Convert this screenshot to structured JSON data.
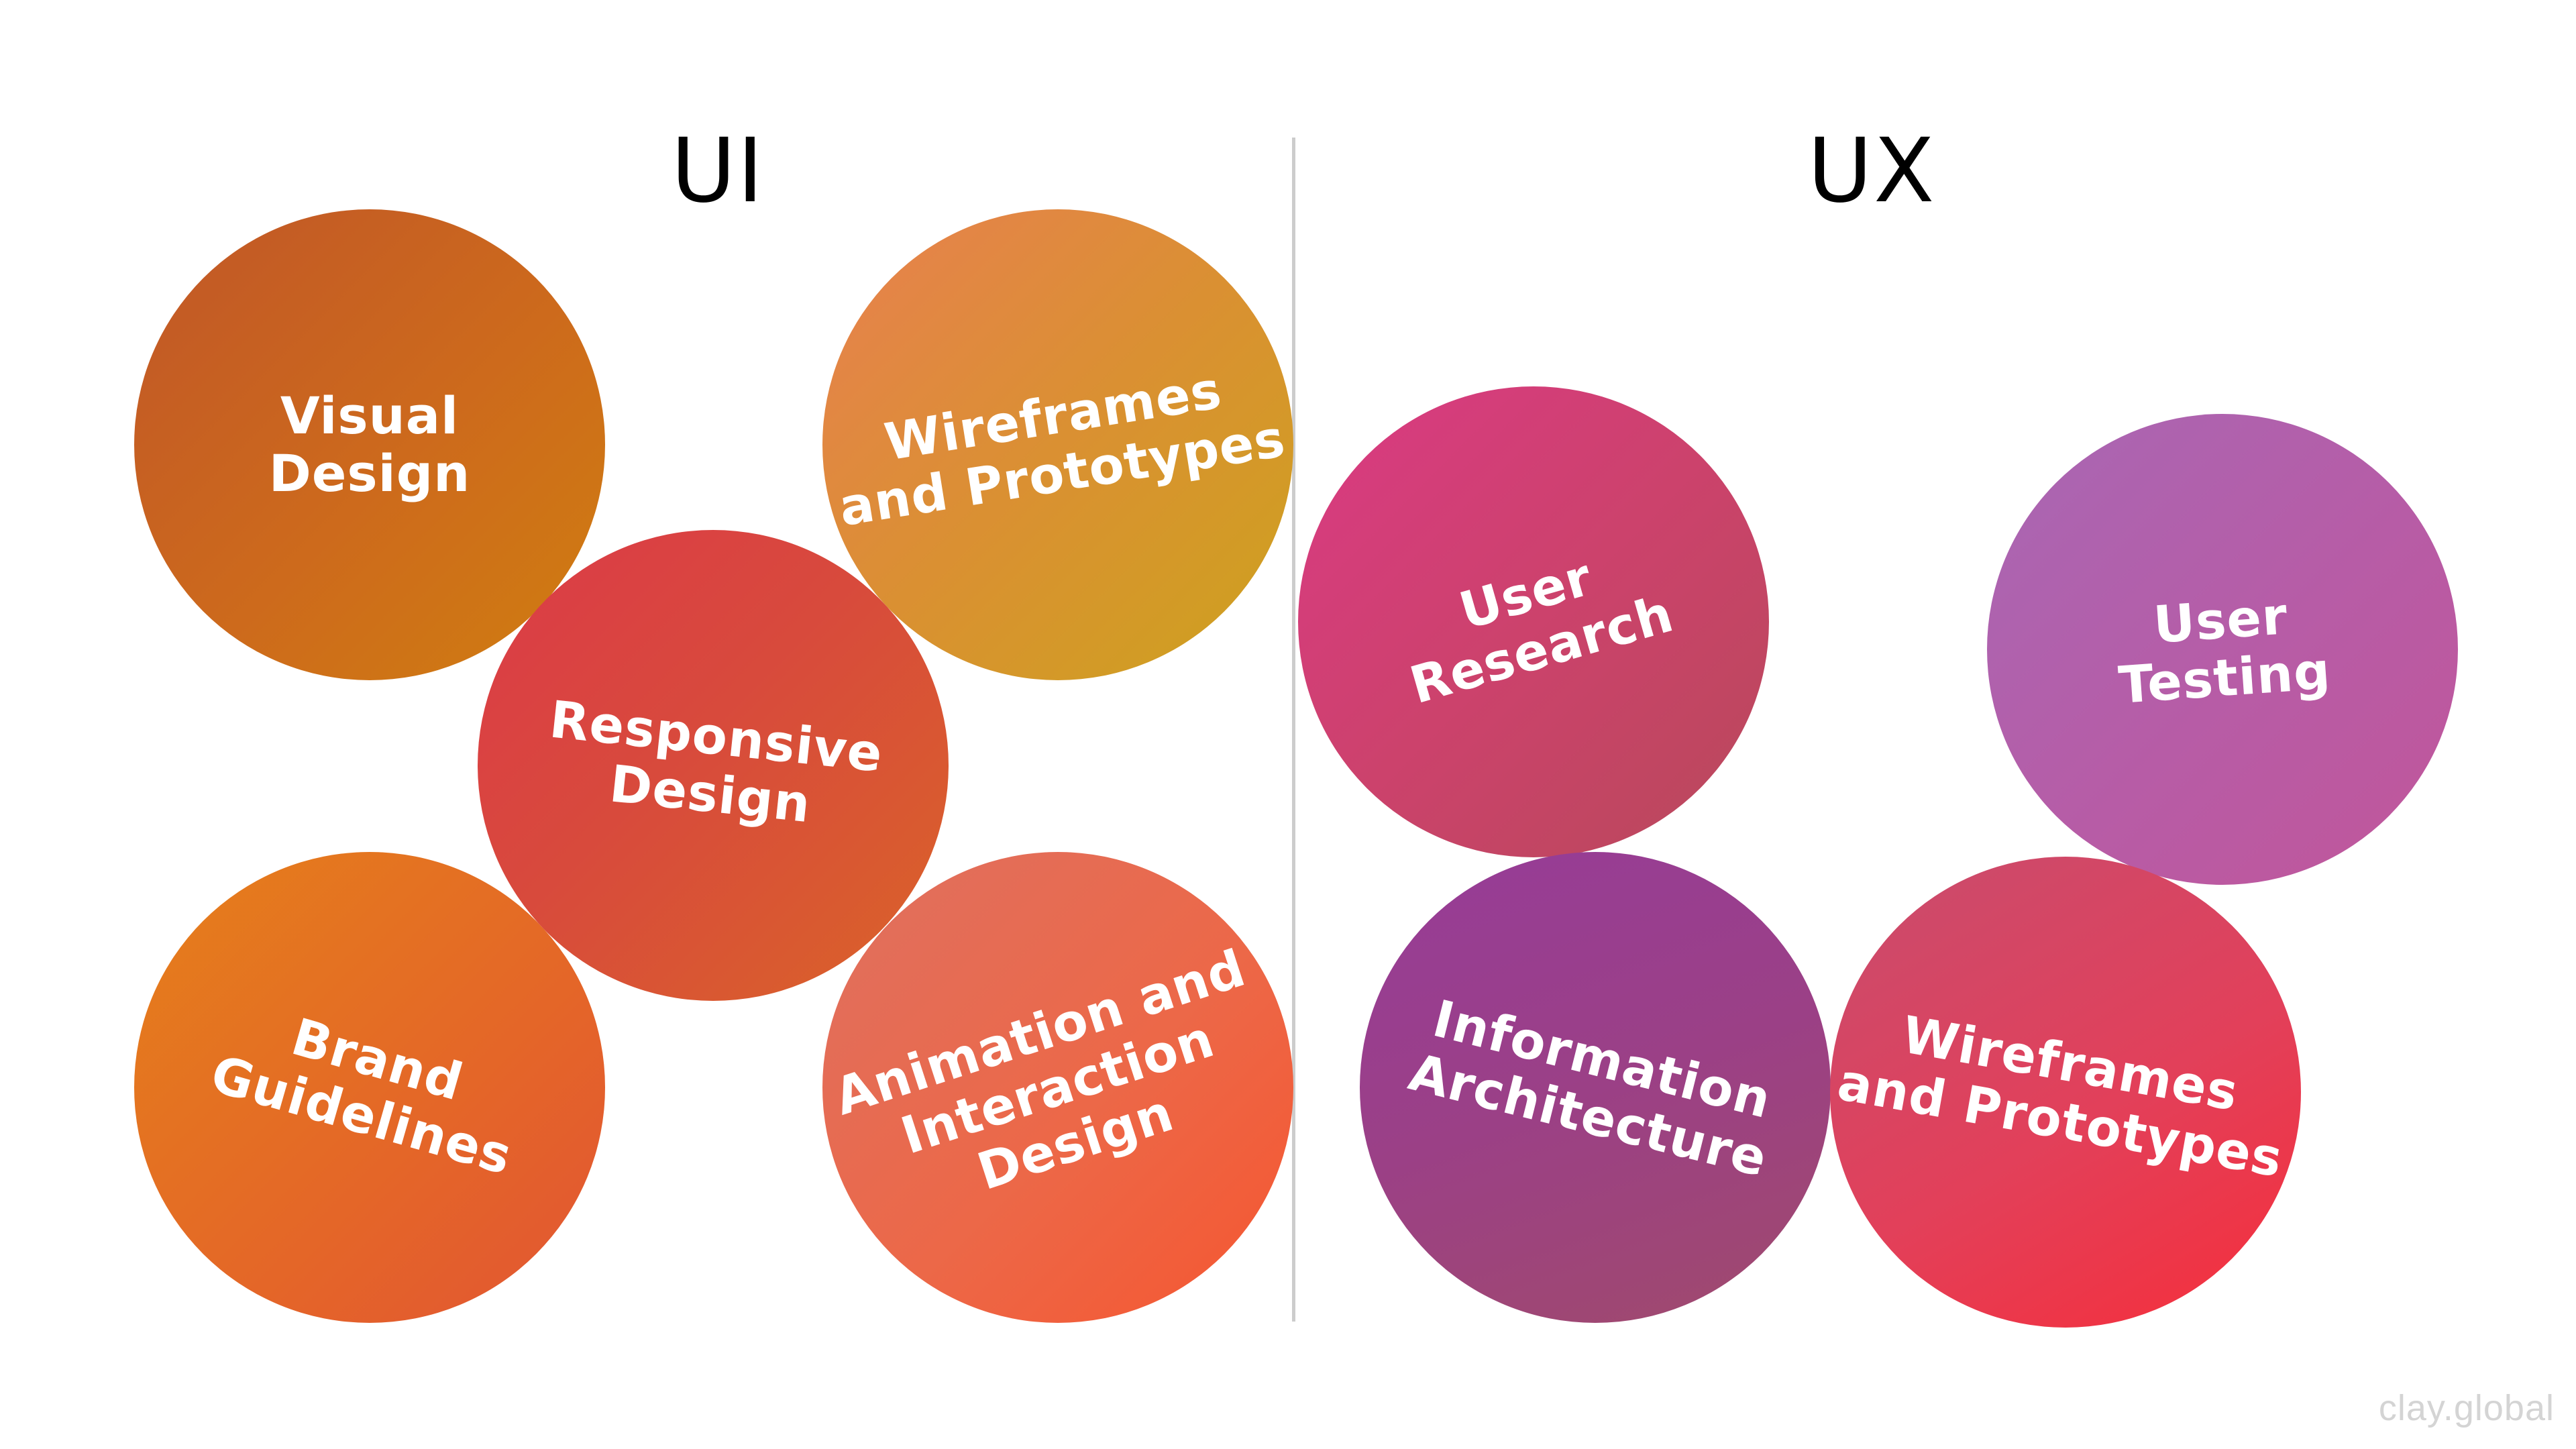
{
  "headings": {
    "ui": "UI",
    "ux": "UX"
  },
  "ui_circles": {
    "visual_design": "Visual\nDesign",
    "wireframes_prototypes": "Wireframes\nand Prototypes",
    "responsive_design": "Responsive\nDesign",
    "brand_guidelines": "Brand\nGuidelines",
    "animation_interaction": "Animation and\nInteraction\nDesign"
  },
  "ux_circles": {
    "user_research": "User\nResearch",
    "user_testing": "User\nTesting",
    "information_architecture": "Information\nArchitecture",
    "wireframes_prototypes": "Wireframes\nand Prototypes"
  },
  "watermark": "clay.global",
  "colors": {
    "background": "#ffffff",
    "divider": "#cccccc",
    "heading": "#000000",
    "label": "#ffffff",
    "watermark": "#d4d4d4"
  }
}
